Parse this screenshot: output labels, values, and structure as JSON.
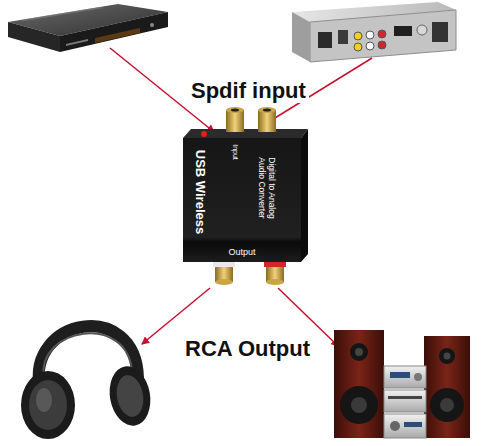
{
  "diagram": {
    "nodes": [
      {
        "text": [
          "USB Wireless",
          "Digital to Analog Audio Converter",
          "Input",
          "Output"
        ]
      }
    ],
    "labels": [
      "Spdif input",
      "RCA Output"
    ]
  }
}
